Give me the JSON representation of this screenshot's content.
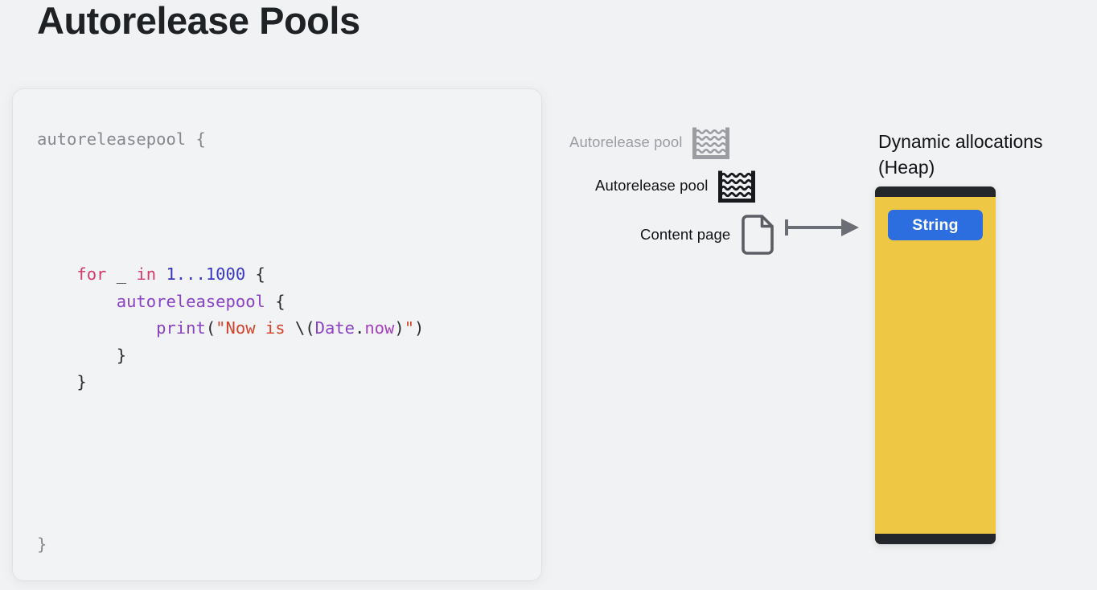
{
  "slide": {
    "title": "Autorelease Pools",
    "background_color": "#f1f2f4"
  },
  "code_panel": {
    "language": "swift",
    "background_color": "#f2f3f5",
    "lines": [
      {
        "indent": 0,
        "tokens": [
          {
            "t": "autoreleasepool {",
            "c": "dim"
          }
        ]
      },
      {
        "indent": 0,
        "tokens": []
      },
      {
        "indent": 0,
        "tokens": []
      },
      {
        "indent": 0,
        "tokens": []
      },
      {
        "indent": 0,
        "tokens": []
      },
      {
        "indent": 1,
        "tokens": [
          {
            "t": "for",
            "c": "keyword"
          },
          {
            "t": " _ ",
            "c": "plain"
          },
          {
            "t": "in",
            "c": "keyword"
          },
          {
            "t": " ",
            "c": "plain"
          },
          {
            "t": "1...1000",
            "c": "number"
          },
          {
            "t": " {",
            "c": "plain"
          }
        ]
      },
      {
        "indent": 2,
        "tokens": [
          {
            "t": "autoreleasepool",
            "c": "type"
          },
          {
            "t": " {",
            "c": "plain"
          }
        ]
      },
      {
        "indent": 3,
        "tokens": [
          {
            "t": "print",
            "c": "func"
          },
          {
            "t": "(",
            "c": "plain"
          },
          {
            "t": "\"Now is ",
            "c": "string"
          },
          {
            "t": "\\(",
            "c": "plain"
          },
          {
            "t": "Date",
            "c": "type"
          },
          {
            "t": ".",
            "c": "plain"
          },
          {
            "t": "now",
            "c": "prop"
          },
          {
            "t": ")",
            "c": "plain"
          },
          {
            "t": "\"",
            "c": "string"
          },
          {
            "t": ")",
            "c": "plain"
          }
        ]
      },
      {
        "indent": 2,
        "tokens": [
          {
            "t": "}",
            "c": "plain"
          }
        ]
      },
      {
        "indent": 1,
        "tokens": [
          {
            "t": "}",
            "c": "plain"
          }
        ]
      },
      {
        "indent": 0,
        "tokens": []
      },
      {
        "indent": 0,
        "tokens": []
      },
      {
        "indent": 0,
        "tokens": []
      },
      {
        "indent": 0,
        "tokens": []
      },
      {
        "indent": 0,
        "tokens": []
      },
      {
        "indent": 0,
        "tokens": [
          {
            "t": "}",
            "c": "dim"
          }
        ]
      }
    ],
    "token_colors": {
      "dim": "#85888e",
      "plain": "#2a2c30",
      "keyword": "#d43b6b",
      "number": "#3a38c2",
      "type": "#8a41c4",
      "func": "#8a41c4",
      "string": "#d1432a",
      "prop": "#a63fc0"
    }
  },
  "diagram": {
    "pool_rows": [
      {
        "label": "Autorelease pool",
        "icon": "autorelease-pool-icon",
        "state": "faded",
        "color": "#9b9da2"
      },
      {
        "label": "Autorelease pool",
        "icon": "autorelease-pool-icon",
        "state": "active",
        "color": "#17191c"
      }
    ],
    "content_row": {
      "label": "Content page",
      "icon": "document-page-icon",
      "color": "#5a5d63"
    },
    "arrow": {
      "icon": "arrow-right-icon",
      "color": "#6b6e74"
    },
    "heap": {
      "title_line_1": "Dynamic allocations",
      "title_line_2": "(Heap)",
      "container_color": "#eec845",
      "cap_color": "#23262a",
      "chip": {
        "label": "String",
        "background_color": "#2c6ddf",
        "text_color": "#ffffff"
      }
    }
  }
}
